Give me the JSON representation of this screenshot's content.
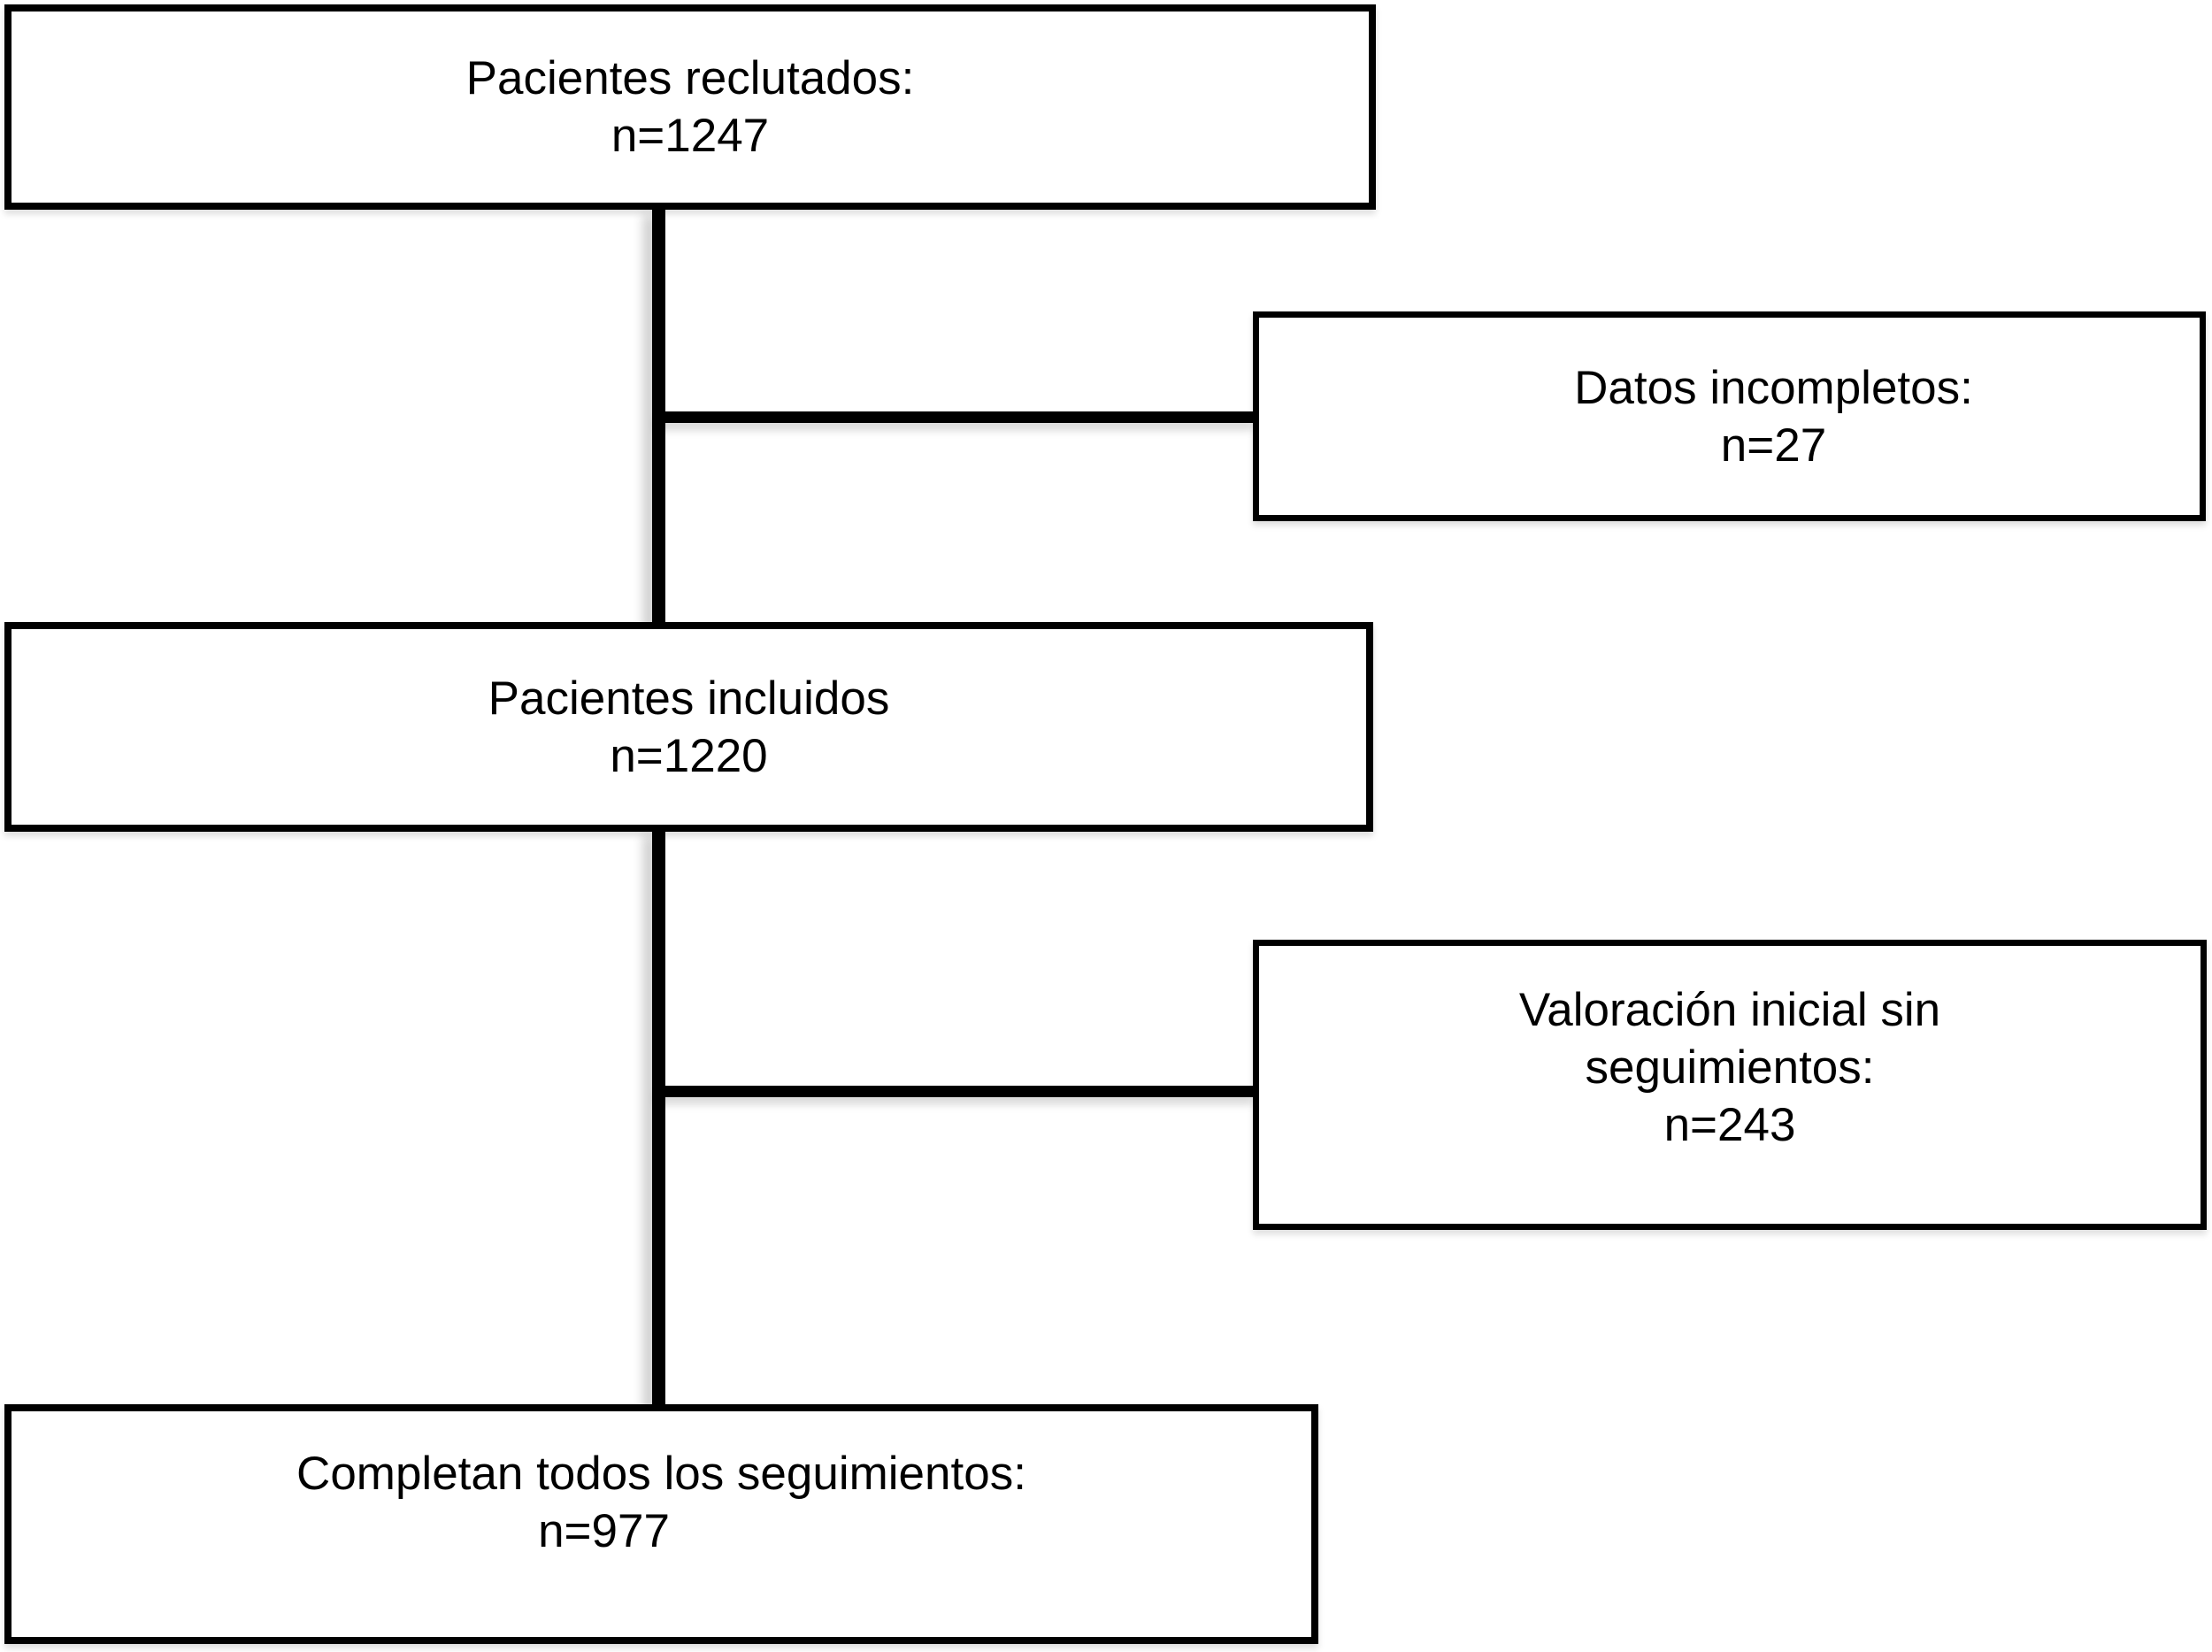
{
  "diagram": {
    "type": "flowchart",
    "direction": "top-down",
    "language": "es",
    "colors": {
      "background": "#ffffff",
      "node_fill": "#ffffff",
      "node_border": "#000000",
      "connector": "#000000",
      "text": "#000000"
    },
    "nodes": [
      {
        "id": "pacientes-reclutados",
        "role": "main",
        "count": 1247,
        "lines": [
          "Pacientes reclutados:",
          "n=1247"
        ]
      },
      {
        "id": "datos-incompletos",
        "role": "exclusion",
        "count": 27,
        "lines": [
          "Datos incompletos:",
          "n=27"
        ]
      },
      {
        "id": "pacientes-incluidos",
        "role": "main",
        "count": 1220,
        "lines": [
          "Pacientes incluidos",
          "n=1220"
        ]
      },
      {
        "id": "valoracion-inicial-sin-seguimientos",
        "role": "exclusion",
        "count": 243,
        "lines": [
          "Valoración inicial sin",
          "seguimientos:",
          "n=243"
        ]
      },
      {
        "id": "completan-todos-los-seguimientos",
        "role": "main",
        "count": 977,
        "lines": [
          "Completan todos los seguimientos:",
          "n=977"
        ]
      }
    ],
    "edges": [
      {
        "from": "pacientes-reclutados",
        "to": "pacientes-incluidos",
        "style": "vertical-line"
      },
      {
        "from": "pacientes-reclutados",
        "to": "datos-incompletos",
        "style": "horizontal-branch"
      },
      {
        "from": "pacientes-incluidos",
        "to": "completan-todos-los-seguimientos",
        "style": "vertical-line"
      },
      {
        "from": "pacientes-incluidos",
        "to": "valoracion-inicial-sin-seguimientos",
        "style": "horizontal-branch"
      }
    ]
  }
}
